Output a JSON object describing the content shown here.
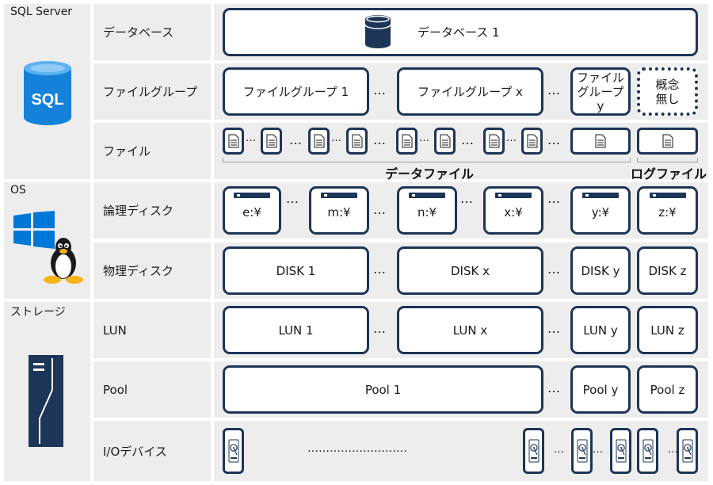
{
  "groups": {
    "sql_server": "SQL Server",
    "os": "OS",
    "storage": "ストレージ"
  },
  "rows": {
    "database": "データベース",
    "filegroup": "ファイルグループ",
    "file": "ファイル",
    "logical_disk": "論理ディスク",
    "physical_disk": "物理ディスク",
    "lun": "LUN",
    "pool": "Pool",
    "io_device": "I/Oデバイス"
  },
  "sql_logo_text": "SQL",
  "database_box": "データベース 1",
  "filegroups": {
    "fg1": "ファイルグループ 1",
    "fgx": "ファイルグループ x",
    "fgy_line1": "ファイル",
    "fgy_line2": "グループ y",
    "concept_line1": "概念",
    "concept_line2": "無し"
  },
  "captions": {
    "data_file": "データファイル",
    "log_file": "ログファイル"
  },
  "logical_disks": [
    "e:¥",
    "m:¥",
    "n:¥",
    "x:¥",
    "y:¥",
    "z:¥"
  ],
  "physical_disks": [
    "DISK 1",
    "DISK x",
    "DISK y",
    "DISK z"
  ],
  "luns": [
    "LUN 1",
    "LUN x",
    "LUN y",
    "LUN z"
  ],
  "pools": [
    "Pool 1",
    "Pool y",
    "Pool z"
  ],
  "ellipsis": "…",
  "io_ellipsis": "………………………",
  "colors": {
    "navy": "#1d3557",
    "sql_blue": "#0078d4",
    "windows_blue": "#0078d7",
    "panel_gray": "#ededed"
  }
}
